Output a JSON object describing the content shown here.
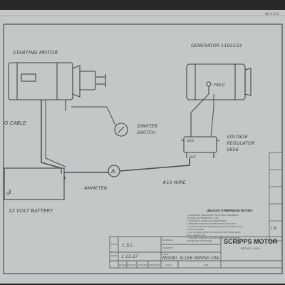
{
  "labels": {
    "starting_motor": "STARTING MOTOR",
    "generator": "GENERATOR 1102533",
    "field": "FIELD",
    "cable": "O CABLE",
    "starter_switch_1": "STARTER",
    "starter_switch_2": "SWITCH",
    "voltage_reg_1": "VOLTAGE",
    "voltage_reg_2": "REGULATOR",
    "voltage_reg_3": "5856",
    "gen_terminal": "GEN.",
    "bat_terminal": "BAT.",
    "ammeter": "AMMETER",
    "ammeter_symbol": "A",
    "wire": "#10 WIRE",
    "battery": "12 VOLT BATTERY",
    "battery_plus": "+",
    "battery_minus": "G"
  },
  "notes": {
    "heading": "UNLESS OTHERWISE NOTED:",
    "items": [
      "1. ALLOWABLE VARIATION OF FRACTIONAL DIMENSIONS",
      "   OR ANGULAR DIMENSIONS ± 1/64",
      "2. REMOVE ALL BURRS AND SHARP EDGES",
      "3. FINISHED SURFACES MUST BE SMOOTH AND TRUE",
      "4. CASTINGS MUST BE SANDBLASTED OR OTHERWISE THOR-",
      "   OUGHLY CLEANED",
      "5. ALL CASTINGS MUST BE CLEAN AND FREE FROM SCALE,",
      "   RUST, GRADES, ETC.",
      "6. FINISHED SURFACES MUST BE PROTECTED FROM RUST",
      "   IN HANDLING OR STORAGE"
    ]
  },
  "title_block": {
    "company": "SCRIPPS MOTOR",
    "company_sub": "DETROIT, MICH.",
    "material_label": "MATERIAL",
    "quantity_label": "QUANTITY",
    "title_label": "TITLE",
    "drawing_title": "MODEL 4L166  WIRING DIA",
    "date_label": "DATE",
    "date_value": "1-13-37",
    "made_label": "MADE",
    "made_value": "L.S.L.",
    "drawn_label": "DRAWN",
    "traced_label": "TRACED",
    "checked_label": "CHECKED",
    "released_label": "RELEASED",
    "scale_label": "SCALE",
    "size_label": "SIZE",
    "side_label": "L.B.",
    "top_ref": "NO  3 C14"
  }
}
